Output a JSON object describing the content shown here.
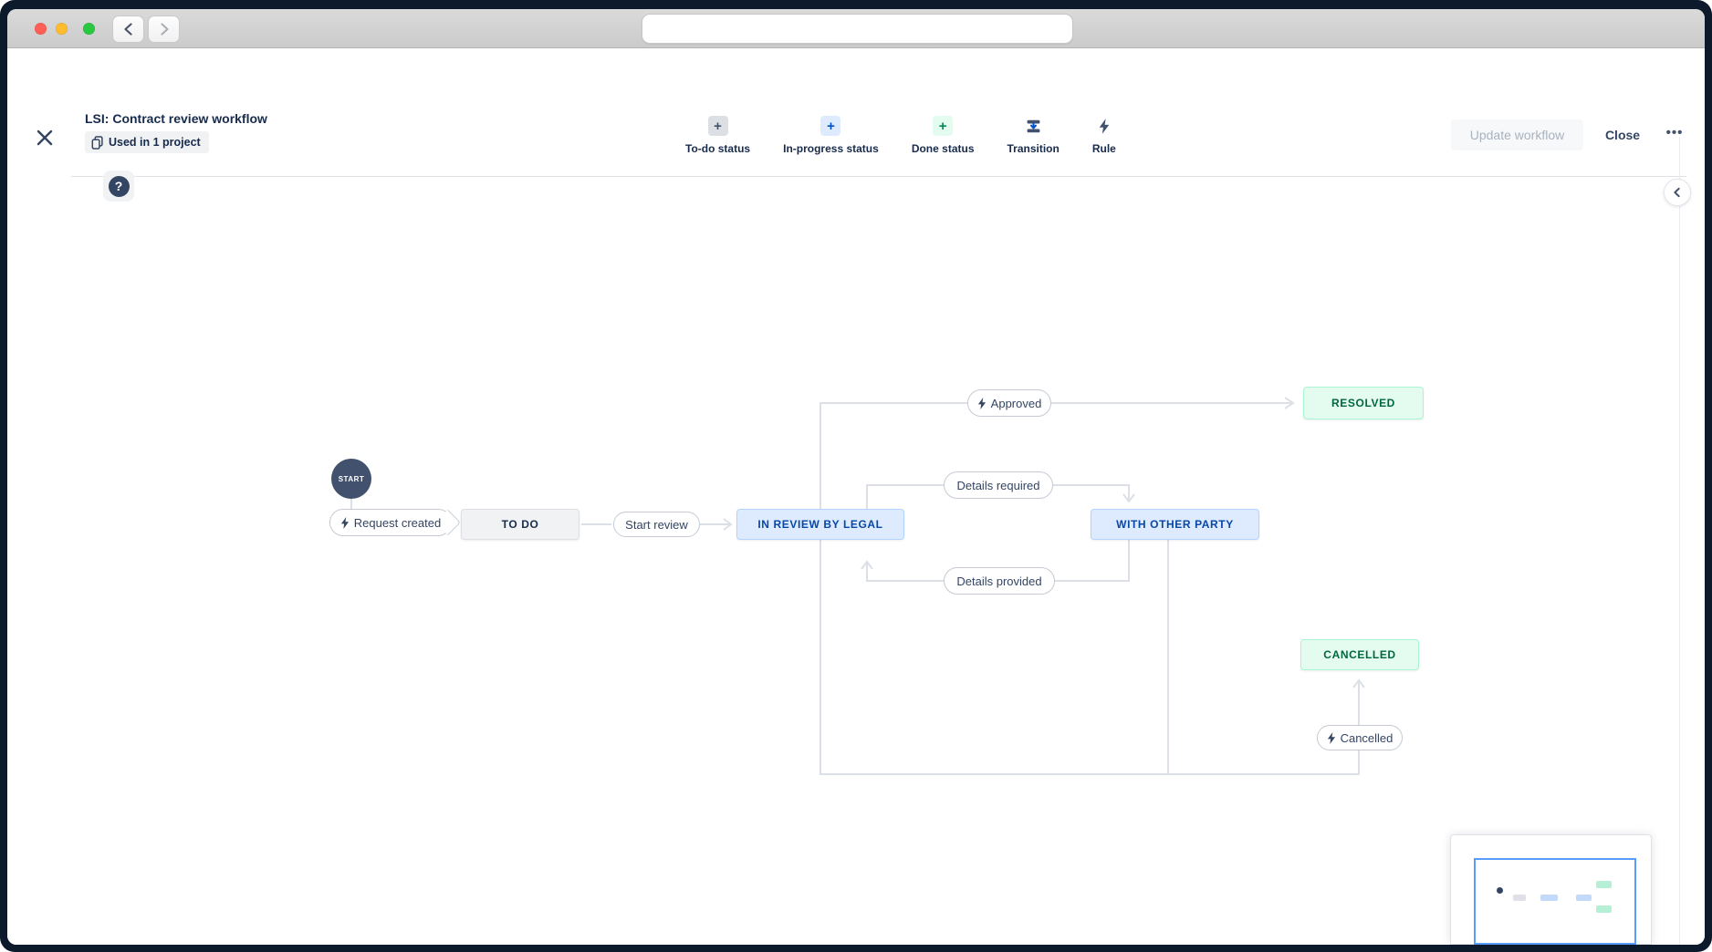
{
  "browser": {
    "address_value": ""
  },
  "header": {
    "title": "LSI: Contract review workflow",
    "usage_badge": "Used in 1 project",
    "update_button": "Update workflow",
    "close_button": "Close",
    "more_button": "•••"
  },
  "toolbar": {
    "items": [
      {
        "label": "To-do status",
        "icon": "plus",
        "category": "todo"
      },
      {
        "label": "In-progress status",
        "icon": "plus",
        "category": "in-progress"
      },
      {
        "label": "Done status",
        "icon": "plus",
        "category": "done"
      },
      {
        "label": "Transition",
        "icon": "transition-arrow"
      },
      {
        "label": "Rule",
        "icon": "lightning-bolt"
      }
    ]
  },
  "canvas": {
    "help_button": "?",
    "start_node": "START",
    "statuses": [
      {
        "name": "TO DO",
        "category": "todo"
      },
      {
        "name": "IN REVIEW BY LEGAL",
        "category": "in-progress"
      },
      {
        "name": "WITH OTHER PARTY",
        "category": "in-progress"
      },
      {
        "name": "RESOLVED",
        "category": "done"
      },
      {
        "name": "CANCELLED",
        "category": "done"
      }
    ],
    "transitions": [
      {
        "label": "Request created",
        "has_rule": true
      },
      {
        "label": "Start review",
        "has_rule": false
      },
      {
        "label": "Approved",
        "has_rule": true
      },
      {
        "label": "Details required",
        "has_rule": false
      },
      {
        "label": "Details provided",
        "has_rule": false
      },
      {
        "label": "Cancelled",
        "has_rule": true
      }
    ]
  },
  "colors": {
    "todo_bg": "#F1F2F4",
    "todo_border": "#DCDFE4",
    "todo_text": "#172B4D",
    "in_progress_bg": "#DEEBFF",
    "in_progress_border": "#B3D4FF",
    "in_progress_text": "#0747A6",
    "done_bg": "#E3FCEF",
    "done_border": "#ABF5D1",
    "done_text": "#006644",
    "connector_line": "#DCE0E6",
    "start_node_bg": "#42526E",
    "minimap_viewport_border": "#579DFF"
  }
}
